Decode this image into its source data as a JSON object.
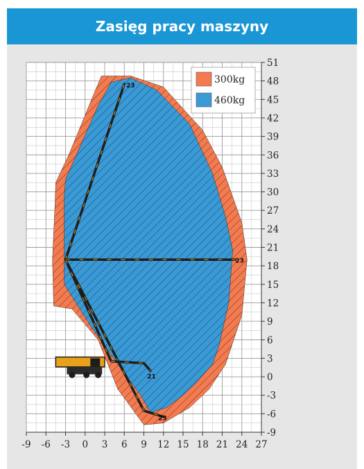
{
  "header": {
    "title": "Zasięg pracy maszyny"
  },
  "chart_data": {
    "type": "area",
    "title": "",
    "xlabel": "",
    "ylabel": "",
    "xlim": [
      -9,
      27
    ],
    "ylim": [
      -9,
      51
    ],
    "grid": true,
    "x_ticks": [
      "-9",
      "-6",
      "-3",
      "0",
      "3",
      "6",
      "9",
      "12",
      "15",
      "18",
      "21",
      "24",
      "27"
    ],
    "y_ticks": [
      "51",
      "48",
      "45",
      "42",
      "39",
      "36",
      "33",
      "30",
      "27",
      "24",
      "21",
      "18",
      "15",
      "12",
      "9",
      "6",
      "3",
      "0",
      "-3",
      "-6",
      "-9"
    ],
    "legend_position": "top-right",
    "series": [
      {
        "name": "300kg",
        "color": "#f47b50",
        "outline": [
          [
            2.5,
            48.8
          ],
          [
            7,
            48.8
          ],
          [
            12,
            47
          ],
          [
            18,
            40
          ],
          [
            21,
            34
          ],
          [
            24,
            25
          ],
          [
            24.8,
            19
          ],
          [
            24,
            10
          ],
          [
            21.5,
            2
          ],
          [
            19,
            -2
          ],
          [
            16,
            -5
          ],
          [
            12,
            -7.5
          ],
          [
            9,
            -7.8
          ],
          [
            5,
            -2
          ],
          [
            2,
            6
          ],
          [
            -2,
            11
          ],
          [
            -4.8,
            11.5
          ],
          [
            -5,
            19
          ],
          [
            -4.6,
            28
          ],
          [
            -4.5,
            31.5
          ],
          [
            -2.5,
            36
          ],
          [
            1,
            45
          ],
          [
            2.5,
            48.8
          ]
        ]
      },
      {
        "name": "460kg",
        "color": "#3a9ad6",
        "outline": [
          [
            7,
            48.5
          ],
          [
            11,
            46.5
          ],
          [
            16,
            41
          ],
          [
            19.5,
            33
          ],
          [
            21.5,
            26
          ],
          [
            22.6,
            20.5
          ],
          [
            22,
            12
          ],
          [
            20.5,
            5
          ],
          [
            19.5,
            2
          ],
          [
            17,
            -1
          ],
          [
            15,
            -3
          ],
          [
            12.5,
            -5
          ],
          [
            10,
            -5.8
          ],
          [
            8.5,
            -3
          ],
          [
            5,
            2
          ],
          [
            1,
            8
          ],
          [
            -2,
            13
          ],
          [
            -3.2,
            15
          ],
          [
            -3.2,
            20
          ],
          [
            -3.2,
            29
          ],
          [
            -3,
            32
          ],
          [
            -0.5,
            38
          ],
          [
            2,
            44
          ],
          [
            4,
            47.8
          ],
          [
            7,
            48.5
          ]
        ]
      }
    ],
    "boom_labels": [
      "23",
      "23",
      "21",
      "23"
    ]
  }
}
